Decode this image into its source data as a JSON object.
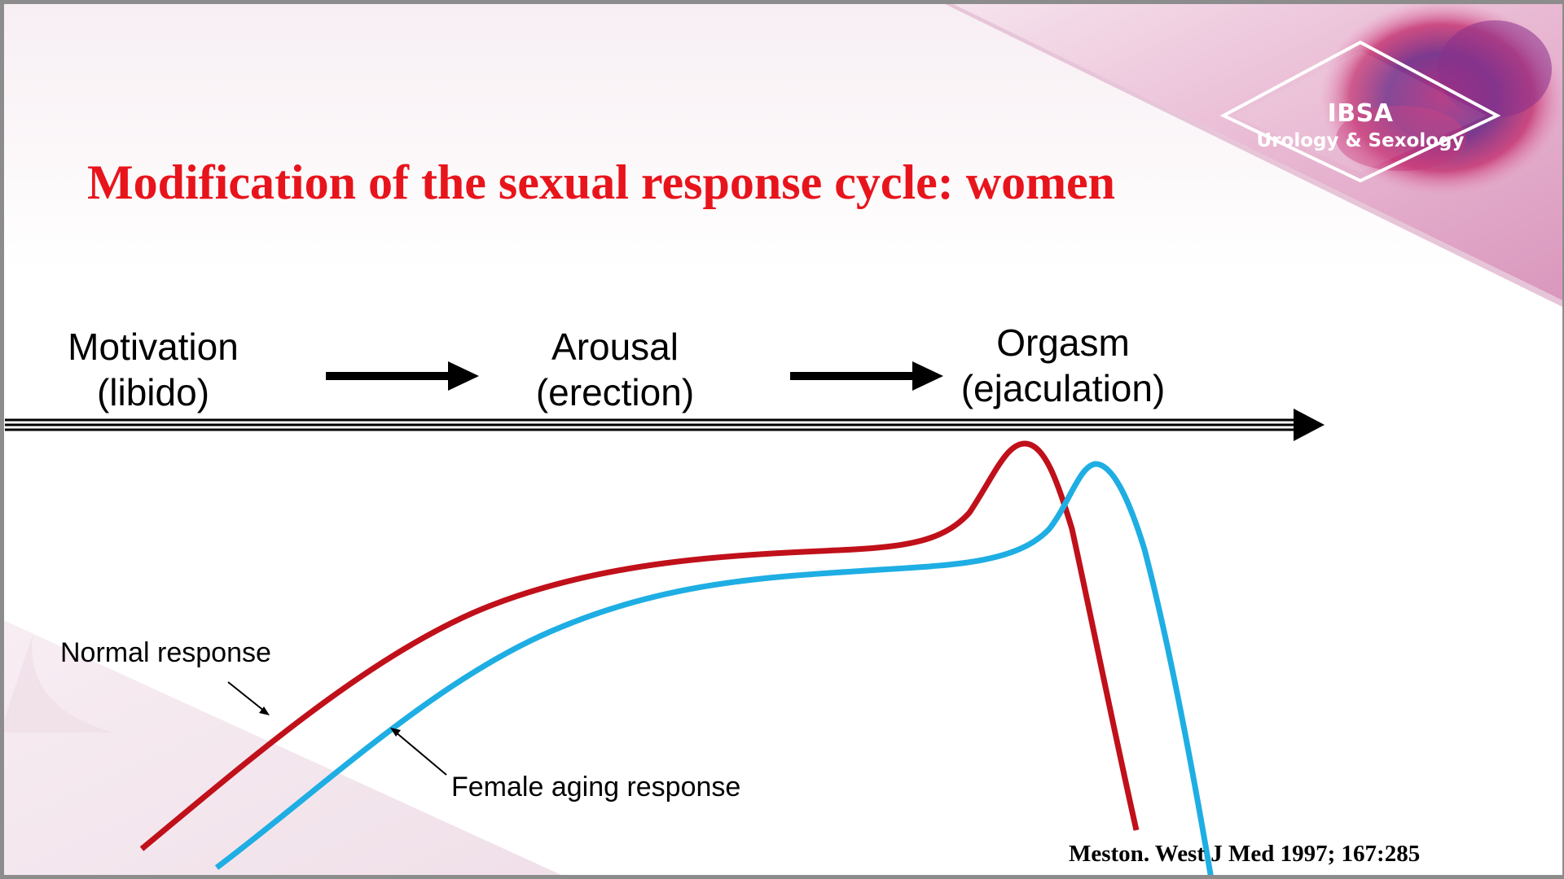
{
  "slide": {
    "title": "Modification of the sexual response cycle: women",
    "logo": {
      "name": "IBSA",
      "subtitle": "Urology & Sexology"
    },
    "phases": [
      {
        "line1": "Motivation",
        "line2": "(libido)"
      },
      {
        "line1": "Arousal",
        "line2": "(erection)"
      },
      {
        "line1": "Orgasm",
        "line2": "(ejaculation)"
      }
    ],
    "curves": [
      {
        "label": "Normal response",
        "color": "#c0101a"
      },
      {
        "label": "Female aging response",
        "color": "#1eaee3"
      }
    ],
    "citation": "Meston.  West J Med 1997; 167:285"
  }
}
